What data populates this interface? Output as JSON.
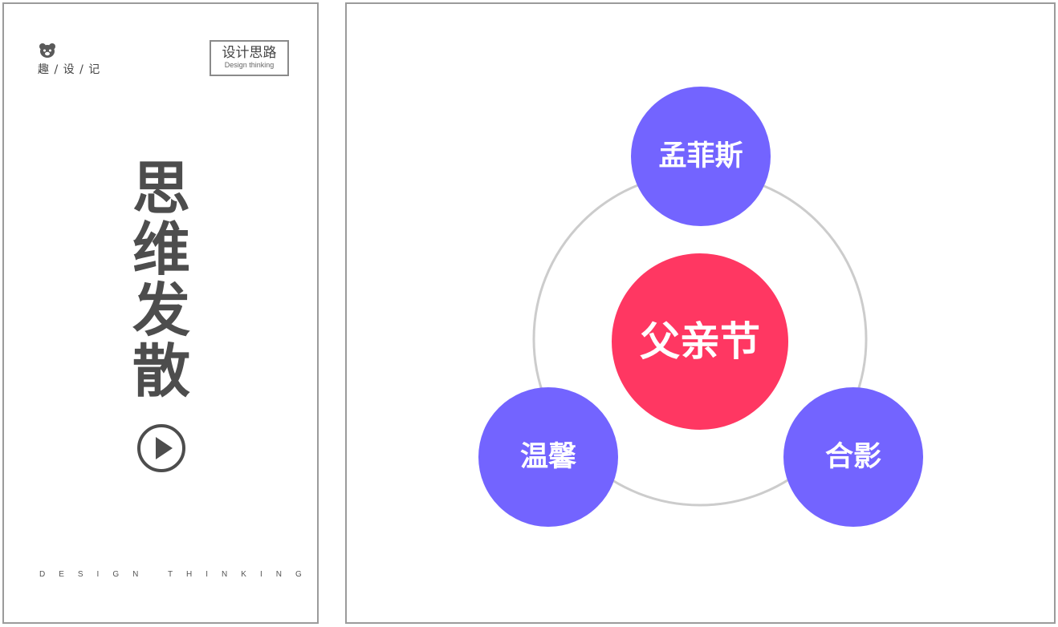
{
  "sidebar": {
    "brand_icon": "bear-icon",
    "brand_text": "趣 / 设 / 记",
    "tag_title": "设计思路",
    "tag_subtitle": "Design thinking",
    "title_chars": [
      "思",
      "维",
      "发",
      "散"
    ],
    "play_icon": "play-circle-icon",
    "footer": "DESIGN THINKING"
  },
  "diagram": {
    "center": {
      "label": "父亲节",
      "color": "#ff3762"
    },
    "nodes": [
      {
        "label": "孟菲斯",
        "color": "#7364ff"
      },
      {
        "label": "温馨",
        "color": "#7364ff"
      },
      {
        "label": "合影",
        "color": "#7364ff"
      }
    ],
    "ring_color": "#cccccc"
  }
}
